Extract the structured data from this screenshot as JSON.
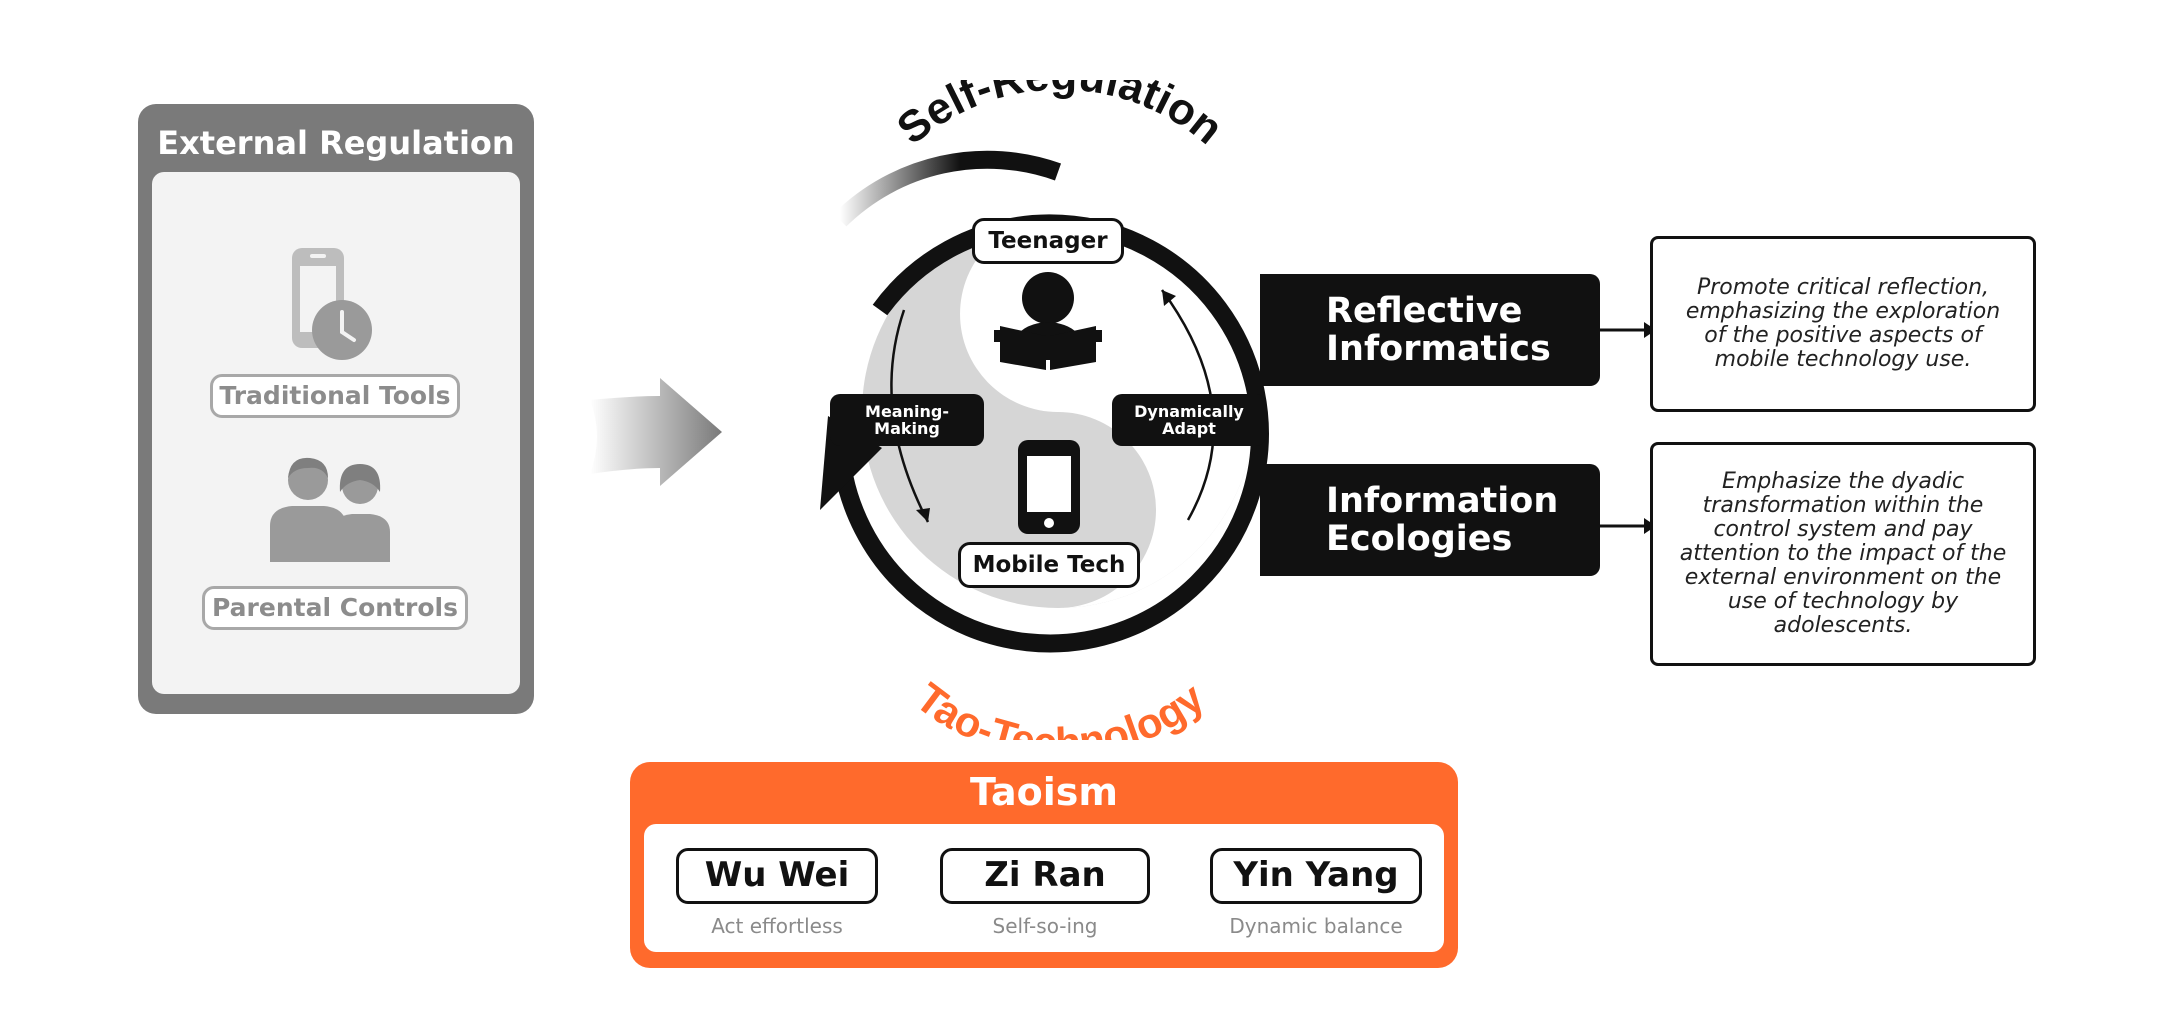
{
  "external_regulation": {
    "title": "External Regulation",
    "items": [
      {
        "label": "Traditional Tools",
        "icon": "phone-clock-icon"
      },
      {
        "label": "Parental Controls",
        "icon": "parents-icon"
      }
    ]
  },
  "cycle": {
    "top_arc_label": "Self-Regulation",
    "bottom_arc_label": "Tao-Technology",
    "teenager": "Teenager",
    "mobile_tech": "Mobile Tech",
    "left_tag": "Meaning-\nMaking",
    "right_tag": "Dynamically\nAdapt"
  },
  "approaches": [
    {
      "name_line1": "Reflective",
      "name_line2": "Informatics",
      "description": "Promote critical reflection, emphasizing the exploration of the positive aspects of mobile technology use."
    },
    {
      "name_line1": "Information",
      "name_line2": "Ecologies",
      "description": "Emphasize the dyadic transformation within the control system and pay attention to the impact of the external environment on the use of technology by adolescents."
    }
  ],
  "taoism": {
    "title": "Taoism",
    "concepts": [
      {
        "name": "Wu Wei",
        "meaning": "Act effortless"
      },
      {
        "name": "Zi Ran",
        "meaning": "Self-so-ing"
      },
      {
        "name": "Yin Yang",
        "meaning": "Dynamic balance"
      }
    ]
  },
  "colors": {
    "accent_orange": "#ff6a2c",
    "dark": "#111111",
    "panel_grey": "#7a7a7a"
  }
}
